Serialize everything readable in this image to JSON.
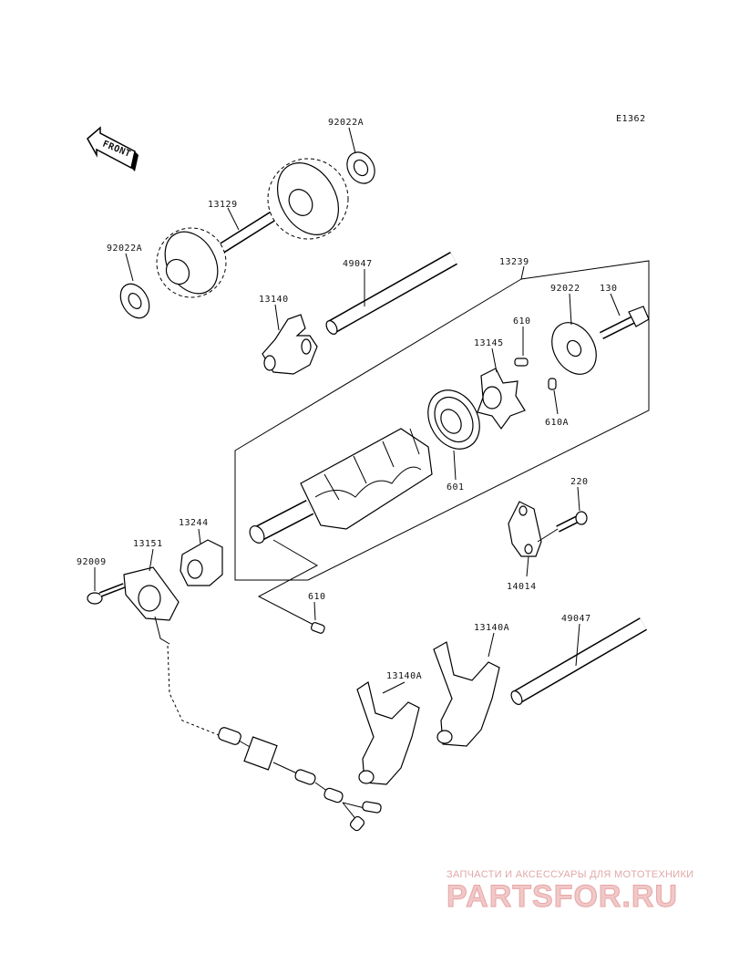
{
  "diagram": {
    "code": "E1362",
    "front_label": "FRONT",
    "labels": {
      "p92022A_top": "92022A",
      "p13129": "13129",
      "p92022A_left": "92022A",
      "p49047_top": "49047",
      "p13239": "13239",
      "p13140_top": "13140",
      "p92022": "92022",
      "p130": "130",
      "p610_top": "610",
      "p13145": "13145",
      "p610A": "610A",
      "p601": "601",
      "p220": "220",
      "p13244": "13244",
      "p13151": "13151",
      "p92009": "92009",
      "p14014": "14014",
      "p610_bottom": "610",
      "p13140A_right": "13140A",
      "p49047_bottom": "49047",
      "p13140A_left": "13140A"
    }
  },
  "watermark": {
    "tagline": "ЗАПЧАСТИ И АКСЕССУАРЫ ДЛЯ МОТОТЕХНИКИ",
    "brand": "PARTSFOR.RU"
  }
}
